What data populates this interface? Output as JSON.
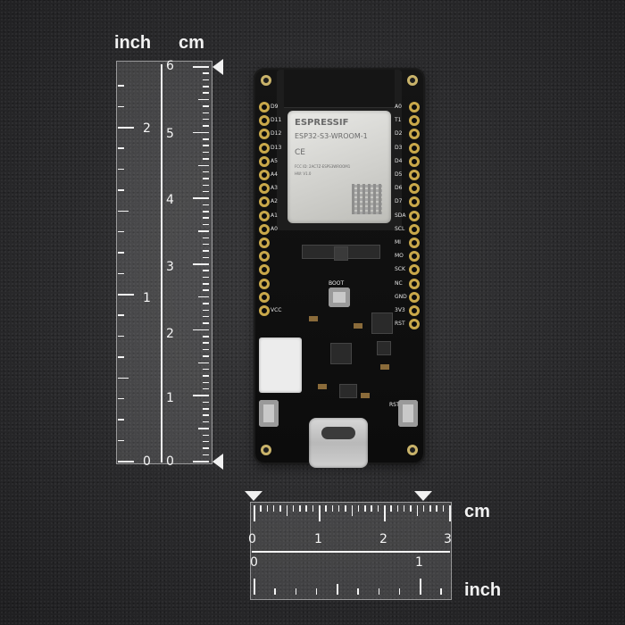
{
  "vertical_ruler": {
    "inch_label": "inch",
    "cm_label": "cm",
    "inch_ticks": [
      "2",
      "1",
      "0"
    ],
    "cm_ticks": [
      "6",
      "5",
      "4",
      "3",
      "2",
      "1",
      "0"
    ]
  },
  "horizontal_ruler": {
    "cm_label": "cm",
    "inch_label": "inch",
    "cm_ticks": [
      "0",
      "1",
      "2",
      "3"
    ],
    "inch_ticks": [
      "0",
      "1"
    ]
  },
  "board": {
    "module_brand": "ESPRESSIF",
    "module_model": "ESP32-S3-WROOM-1",
    "module_mark": "CE",
    "module_small_1": "FCC ID: 2AC7Z-ESPS3WROOM1",
    "module_small_2": "HW: V1.0",
    "boot_label": "BOOT",
    "rst_label": "RST",
    "left_pins": [
      "D9",
      "D11",
      "D12",
      "D13",
      "A5",
      "A4",
      "A3",
      "A2",
      "A1",
      "A0",
      "",
      "",
      "",
      "",
      "",
      "VCC"
    ],
    "right_pins": [
      "A0",
      "T1",
      "D2",
      "D3",
      "D4",
      "D5",
      "D6",
      "D7",
      "SDA",
      "SCL",
      "MI",
      "MO",
      "SCK",
      "NC",
      "GND",
      "3V3",
      "RST"
    ]
  },
  "colors": {
    "background": "#2a2a2c",
    "ruler_line": "#f4f4f4",
    "pcb": "#0c0c0c",
    "gold": "#c9a84a"
  }
}
